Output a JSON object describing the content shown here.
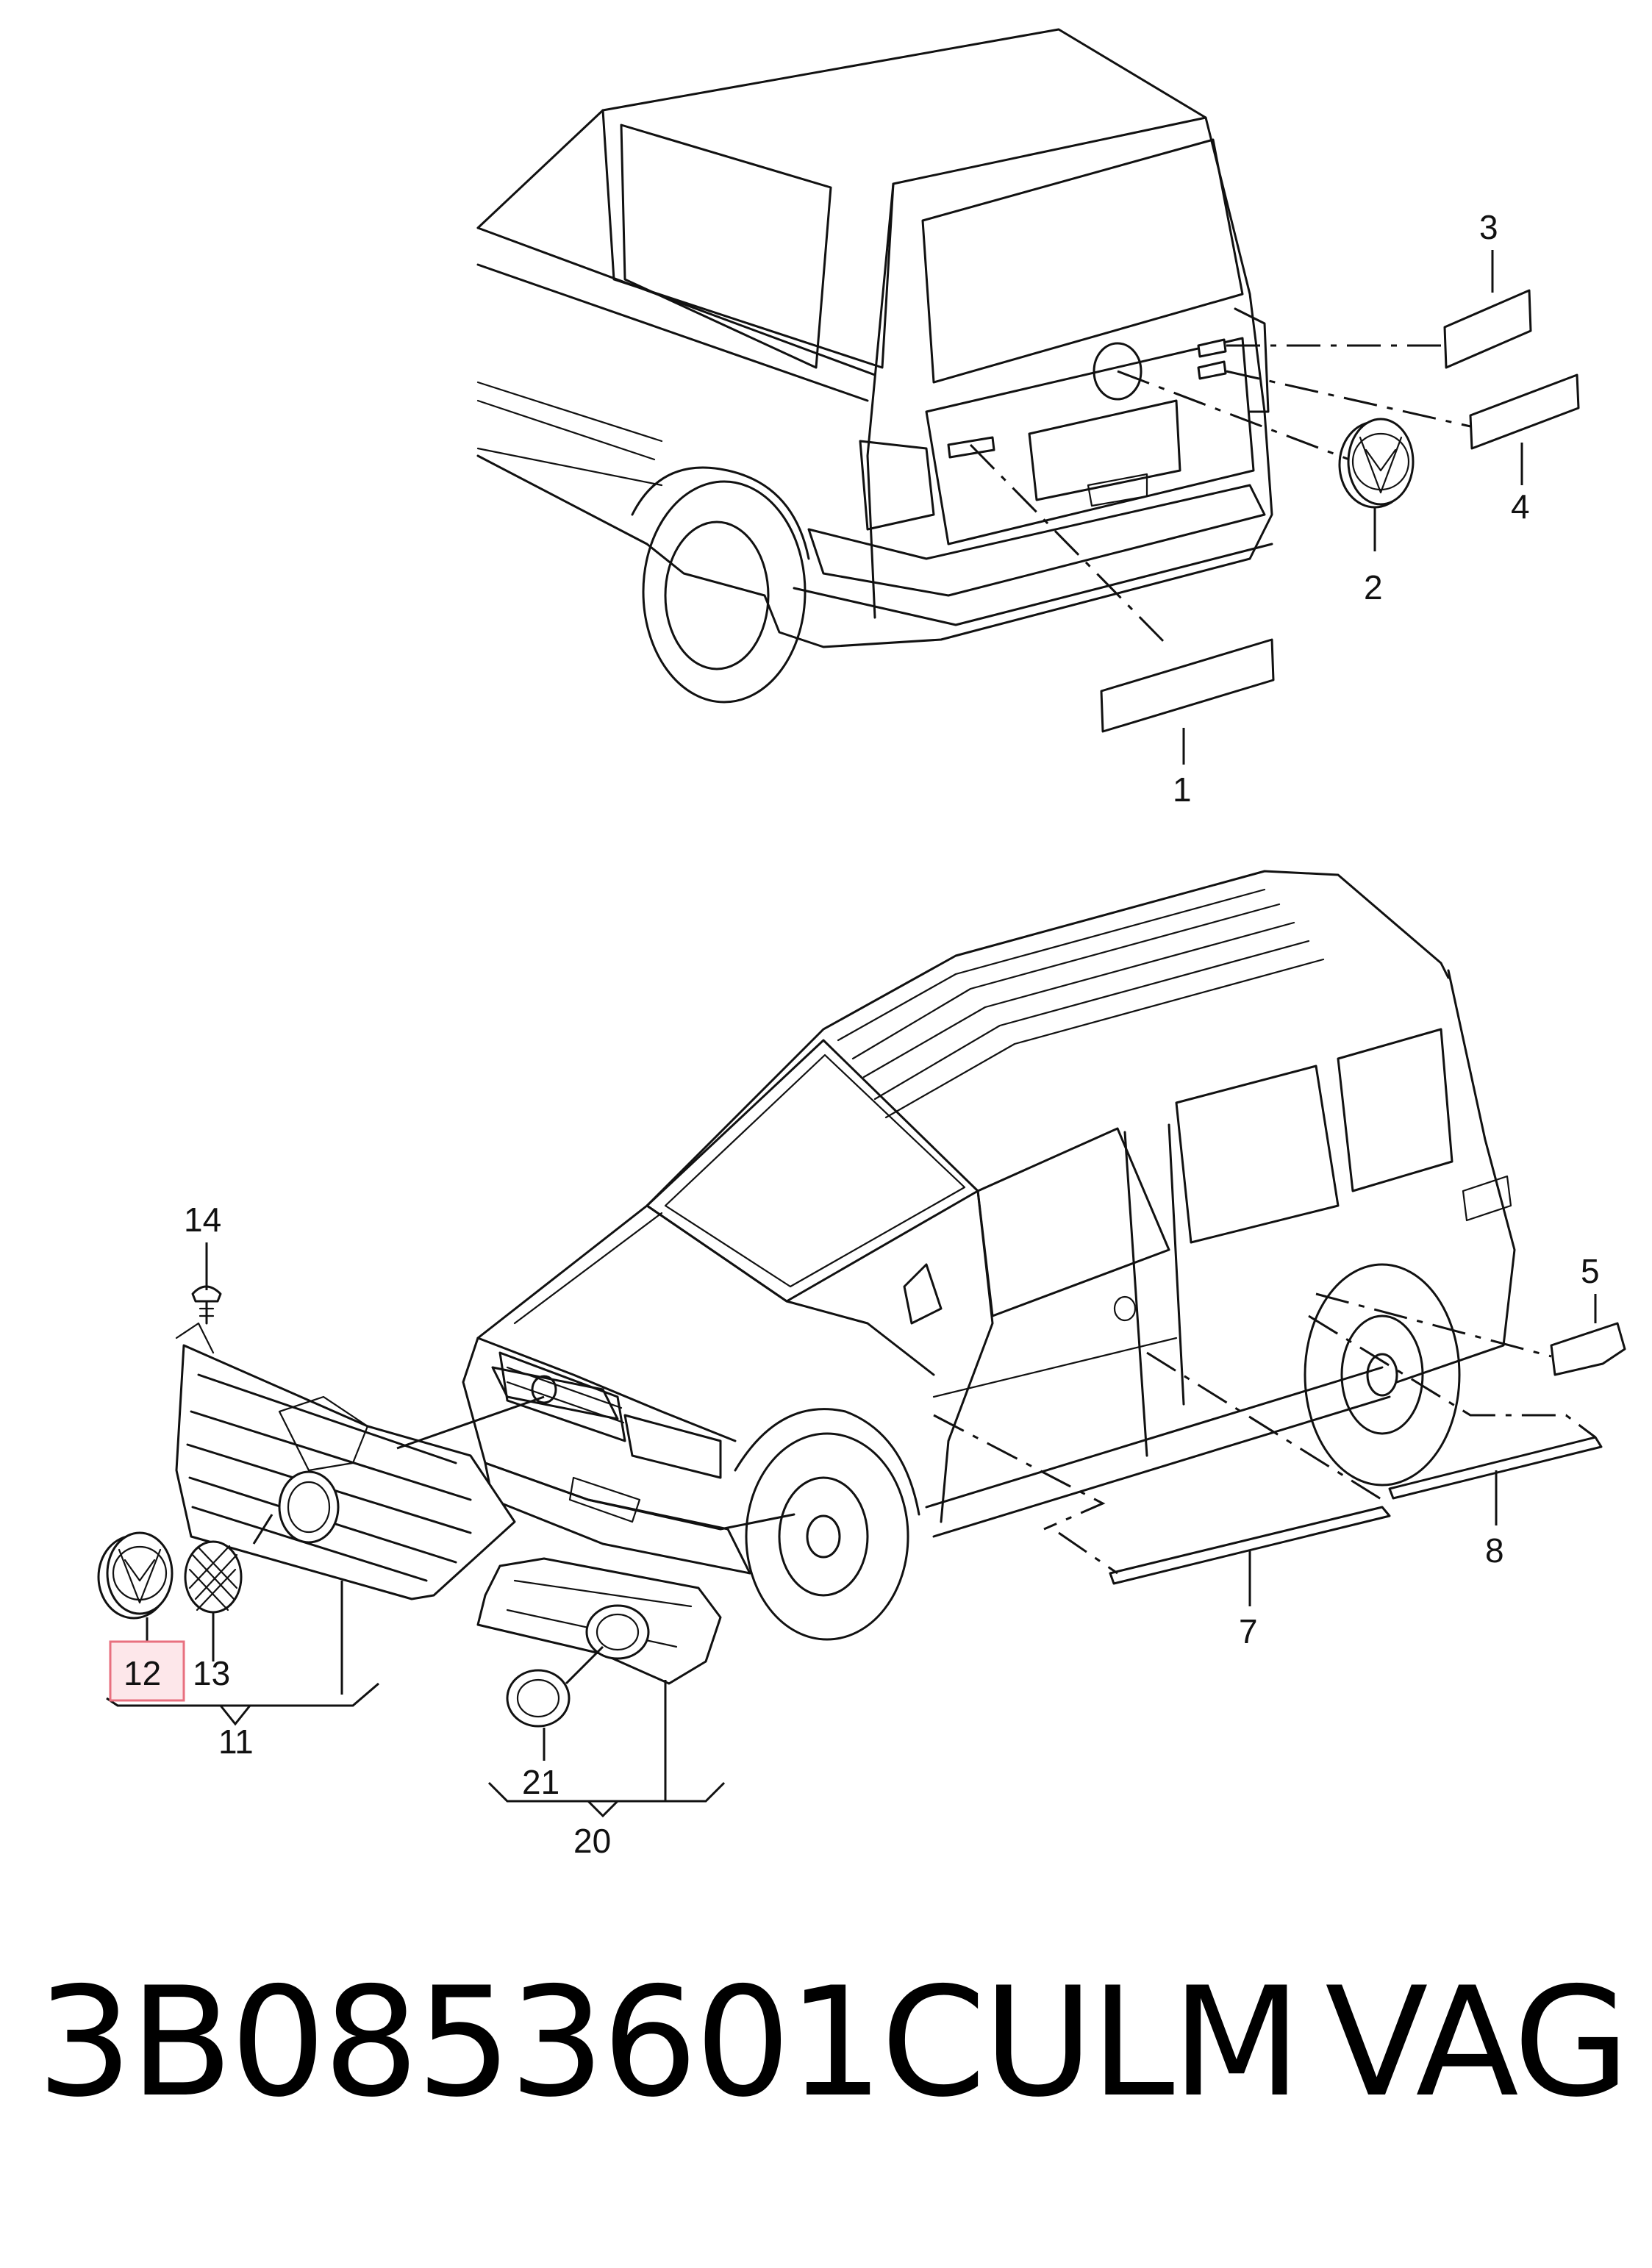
{
  "callouts": {
    "c1": "1",
    "c2": "2",
    "c3": "3",
    "c4": "4",
    "c5": "5",
    "c7": "7",
    "c8": "8",
    "c11": "11",
    "c12": "12",
    "c13": "13",
    "c14": "14",
    "c20": "20",
    "c21": "21"
  },
  "highlighted_callout": "12",
  "footer": {
    "part_number": "3B0853601CULM",
    "brand": "VAG"
  },
  "colors": {
    "highlight_fill": "#fde7ea",
    "highlight_stroke": "#e8707f"
  }
}
